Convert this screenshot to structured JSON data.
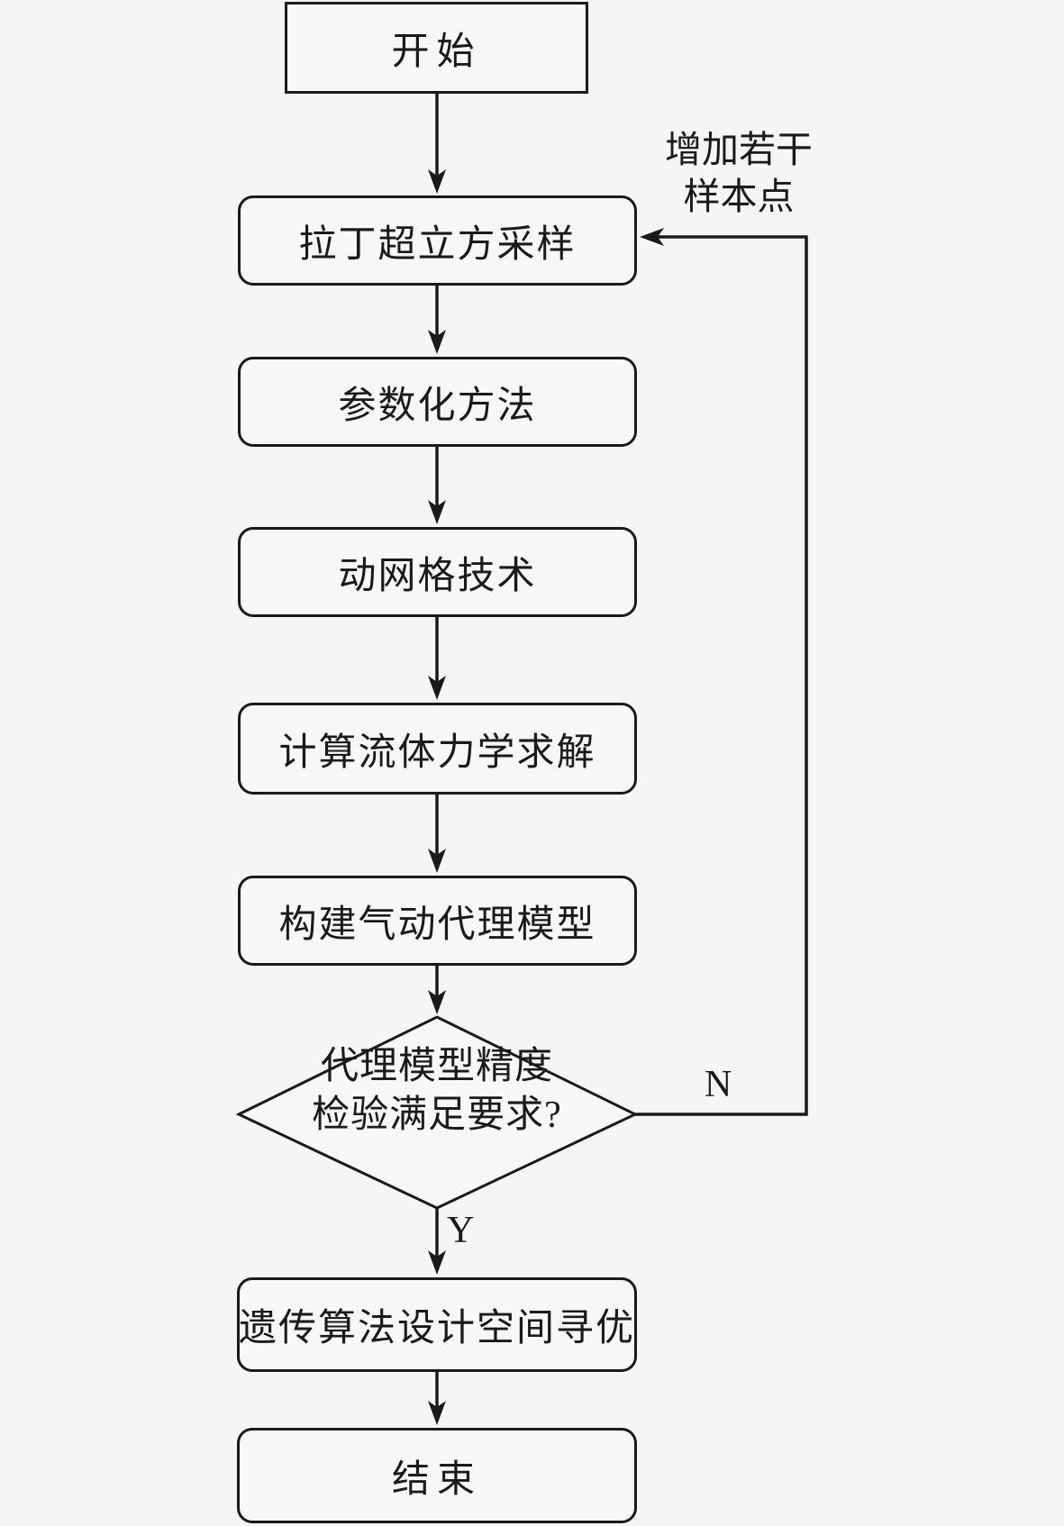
{
  "diagram": {
    "type": "flowchart",
    "nodes": {
      "start": {
        "label": "开始",
        "shape": "rectangle"
      },
      "lhs": {
        "label": "拉丁超立方采样",
        "shape": "rounded"
      },
      "param": {
        "label": "参数化方法",
        "shape": "rounded"
      },
      "mesh": {
        "label": "动网格技术",
        "shape": "rounded"
      },
      "cfd": {
        "label": "计算流体力学求解",
        "shape": "rounded"
      },
      "surrogate": {
        "label": "构建气动代理模型",
        "shape": "rounded"
      },
      "decision": {
        "label_line1": "代理模型精度",
        "label_line2": "检验满足要求?",
        "shape": "diamond"
      },
      "ga": {
        "label": "遗传算法设计空间寻优",
        "shape": "rounded"
      },
      "end": {
        "label": "结束",
        "shape": "rounded"
      }
    },
    "edges": {
      "yes_label": "Y",
      "no_label": "N",
      "feedback_label_line1": "增加若干",
      "feedback_label_line2": "样本点"
    },
    "colors": {
      "background": "#f5f5f5",
      "node_fill": "#f7f7f7",
      "stroke": "#1a1a1a"
    }
  }
}
